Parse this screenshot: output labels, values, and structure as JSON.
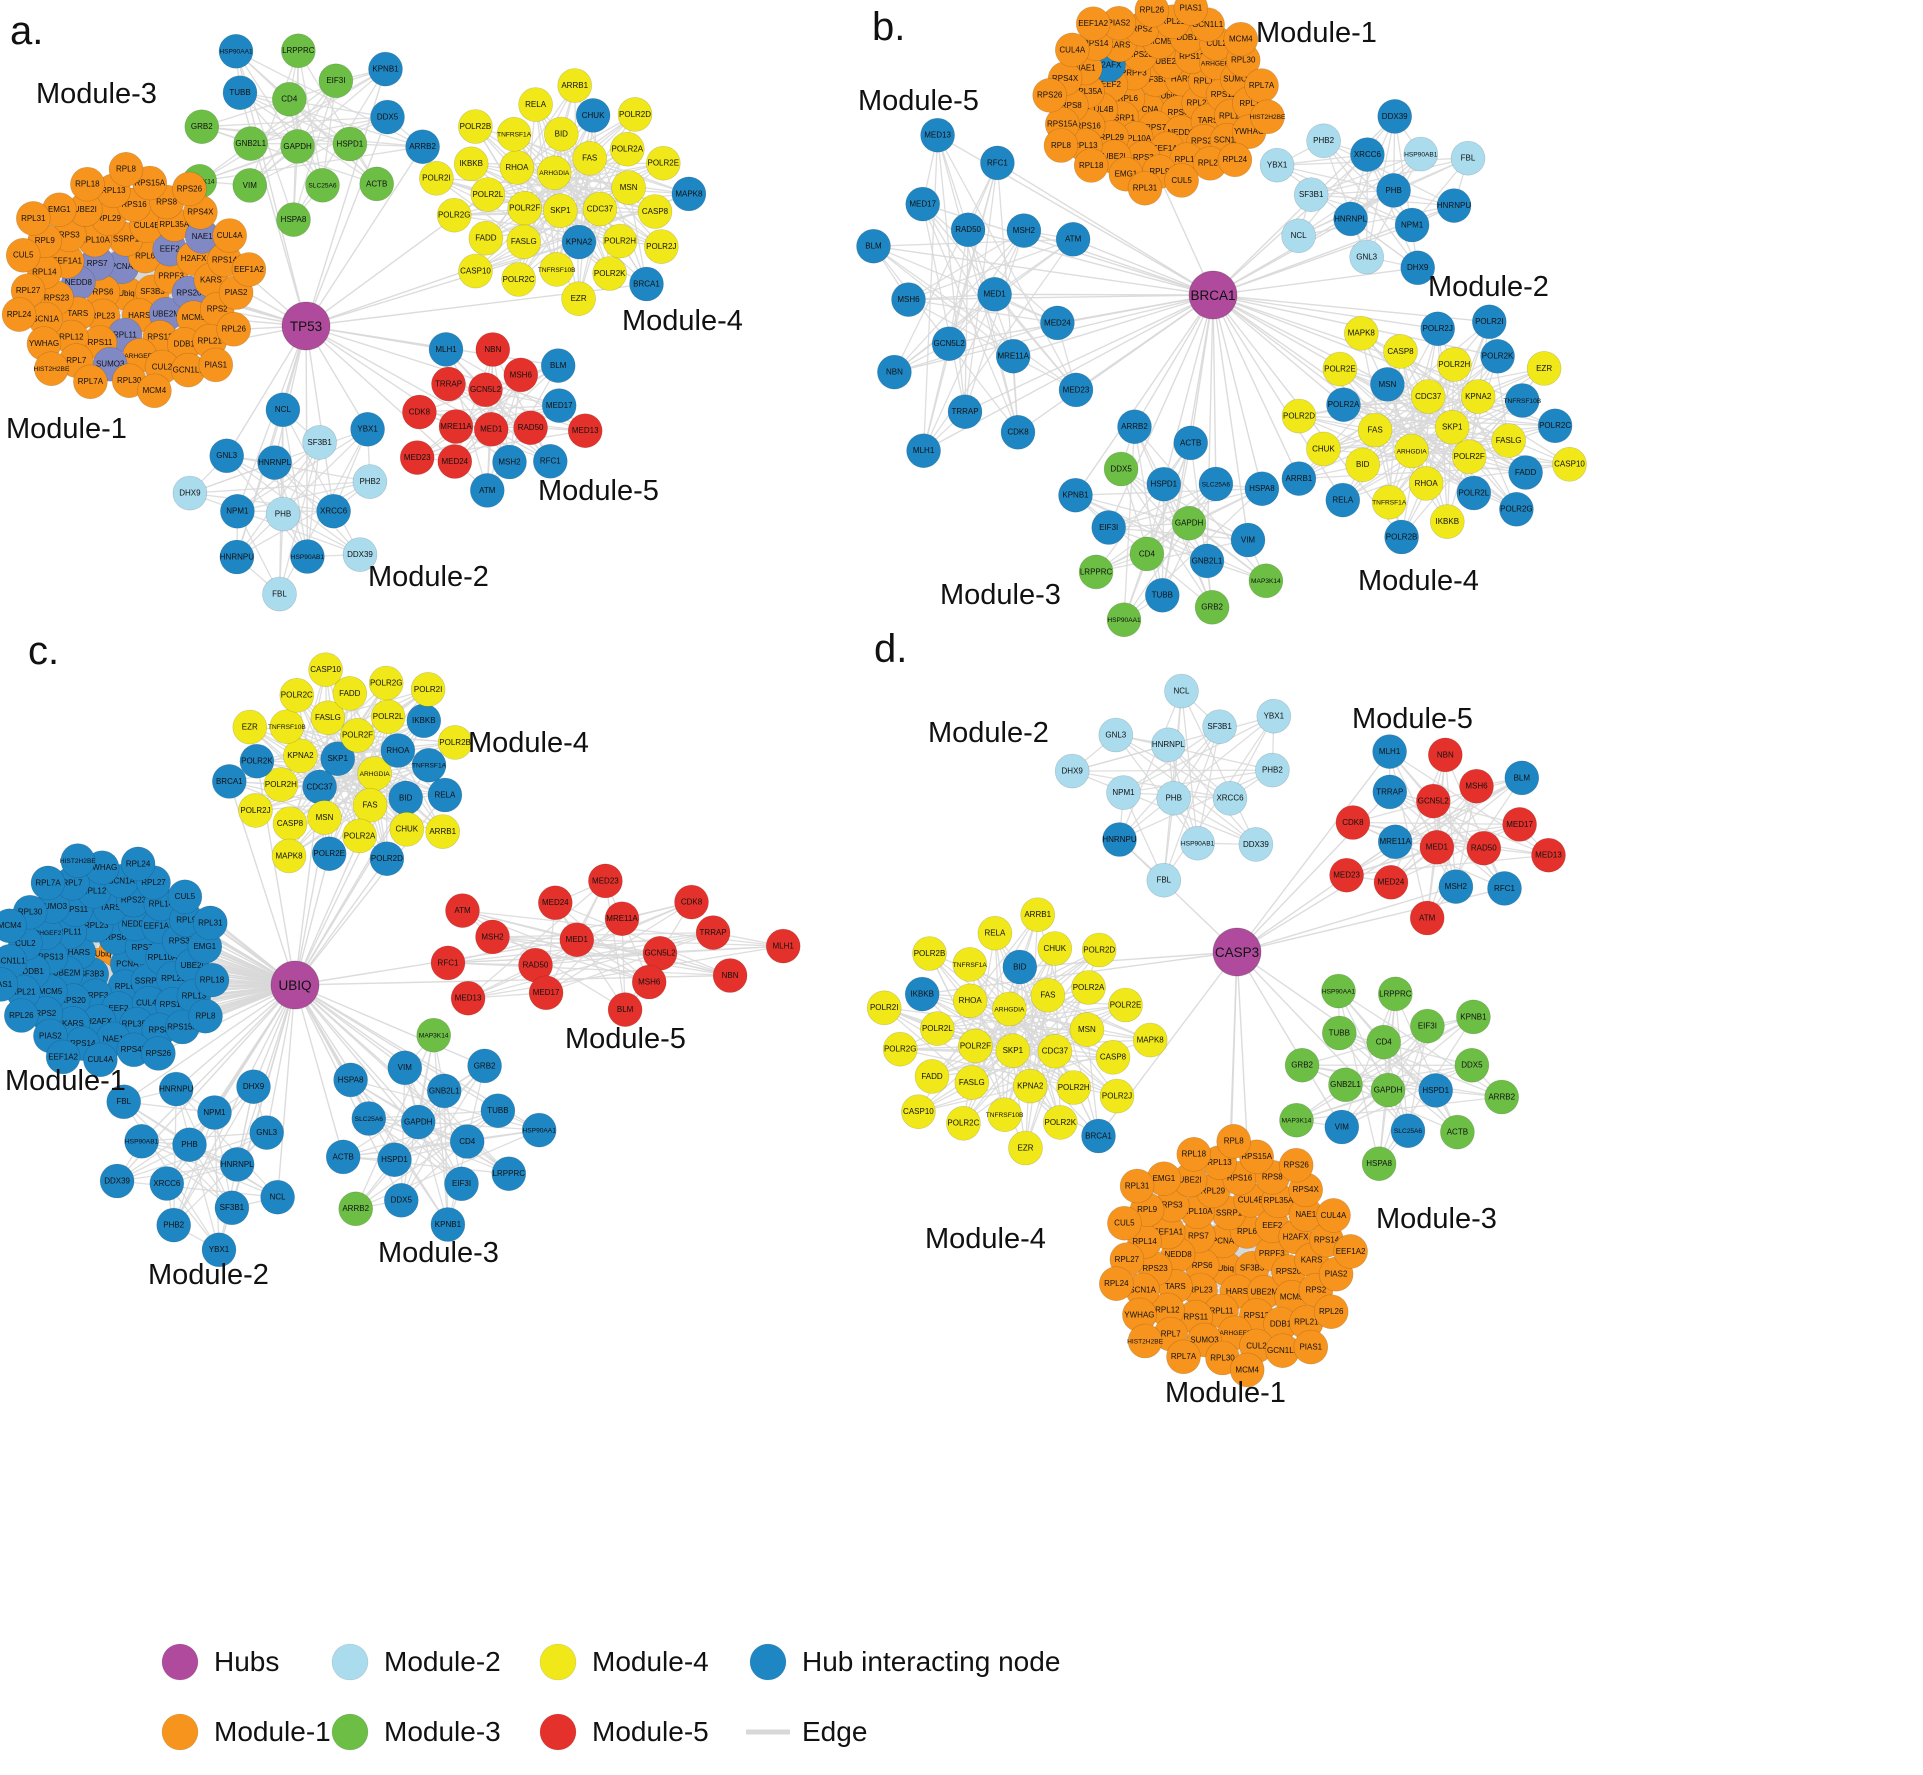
{
  "colors": {
    "hub": "#b04a9d",
    "module1": "#f7941e",
    "module2": "#aadcee",
    "module3": "#6cbe45",
    "module4": "#f0e818",
    "module5": "#e5312b",
    "hub_interacting": "#1f86c4",
    "hub_interacting_alt": "#8089c4",
    "edge": "#d8d8d8"
  },
  "gene_sets": {
    "module1": [
      "Ubiq",
      "PCNA",
      "SF3B3",
      "RPS6",
      "RPL6",
      "HARS",
      "RPS7",
      "PRPF3",
      "RPL23",
      "SSRP1",
      "UBE2M",
      "NEDD8",
      "EEF2",
      "RPL11",
      "RPL10A",
      "RPS20",
      "TARS",
      "CUL4B",
      "RPS13",
      "EEF1A1",
      "H2AFX",
      "RPS11",
      "RPL29",
      "MCM5",
      "RPS23",
      "RPL35A",
      "ARHGEF2",
      "RPS3",
      "KARS",
      "RPL12",
      "RPS16",
      "DDB1",
      "RPL14",
      "NAE1",
      "SUMO3",
      "UBE2I",
      "RPS2",
      "SCN1A",
      "RPS8",
      "CUL2",
      "RPL9",
      "RPS14",
      "RPL7",
      "RPL13",
      "RPL21",
      "RPL27",
      "RPS4X",
      "RPL30",
      "EMG1",
      "PIAS2",
      "YWHAG",
      "RPS15A",
      "GCN1L1",
      "CUL5",
      "CUL4A",
      "RPL7A",
      "RPL18",
      "RPL26",
      "RPL24",
      "RPS26",
      "MCM4",
      "RPL31",
      "EEF1A2",
      "HIST2H2BE",
      "RPL8",
      "PIAS1"
    ],
    "module2": [
      "PHB",
      "HNRNPL",
      "XRCC6",
      "NPM1",
      "SF3B1",
      "HSP90AB1",
      "GNL3",
      "PHB2",
      "HNRNPU",
      "NCL",
      "DDX39",
      "DHX9",
      "YBX1",
      "FBL"
    ],
    "module3": [
      "GAPDH",
      "CD4",
      "HSPD1",
      "GNB2L1",
      "EIF3I",
      "SLC25A6",
      "TUBB",
      "DDX5",
      "VIM",
      "LRPPRC",
      "ACTB",
      "GRB2",
      "KPNB1",
      "HSPA8",
      "HSP90AA1",
      "ARRB2",
      "MAP3K14"
    ],
    "module4": [
      "SKP1",
      "ARHGDIA",
      "CDC37",
      "POLR2F",
      "FAS",
      "KPNA2",
      "RHOA",
      "MSN",
      "FASLG",
      "BID",
      "POLR2H",
      "POLR2L",
      "POLR2A",
      "TNFRSF10B",
      "TNFRSF1A",
      "CASP8",
      "FADD",
      "CHUK",
      "POLR2K",
      "IKBKB",
      "POLR2E",
      "POLR2C",
      "RELA",
      "POLR2J",
      "POLR2G",
      "POLR2D",
      "EZR",
      "POLR2B",
      "MAPK8",
      "CASP10",
      "ARRB1",
      "BRCA1",
      "POLR2I"
    ],
    "module5": [
      "MED1",
      "GCN5L2",
      "RAD50",
      "MRE11A",
      "MSH6",
      "MSH2",
      "TRRAP",
      "MED17",
      "MED24",
      "NBN",
      "RFC1",
      "CDK8",
      "BLM",
      "ATM",
      "MLH1",
      "MED13",
      "MED23"
    ]
  },
  "panels": [
    {
      "id": "a",
      "label": "a.",
      "hub": {
        "label": "TP53"
      },
      "modules": [
        {
          "name": "Module-3",
          "set": "module3",
          "color_key": "module3",
          "hub_nodes": [
            "TUBB",
            "DDX5",
            "HSP90AA1",
            "ARRB2",
            "KPNB1"
          ]
        },
        {
          "name": "Module-1",
          "set": "module1",
          "color_key": "module1",
          "hub_color_key": "hub_interacting_alt",
          "hub_nodes": [
            "RPL11",
            "EEF2",
            "UBE2M",
            "NEDD8",
            "RPS7",
            "NAE1",
            "SUMO3",
            "RPS20",
            "PCNA"
          ]
        },
        {
          "name": "Module-4",
          "set": "module4",
          "color_key": "module4",
          "hub_nodes": [
            "KPNA2",
            "CHUK",
            "MAPK8",
            "BRCA1"
          ]
        },
        {
          "name": "Module-5",
          "set": "module5",
          "color_key": "module5",
          "hub_nodes": [
            "MSH2",
            "MED17",
            "BLM",
            "ATM",
            "RFC1",
            "MLH1"
          ]
        },
        {
          "name": "Module-2",
          "set": "module2",
          "color_key": "module2",
          "hub_nodes": [
            "HNRNPL",
            "XRCC6",
            "NPM1",
            "GNL3",
            "NCL",
            "YBX1",
            "HSP90AB1",
            "HNRNPU"
          ]
        }
      ]
    },
    {
      "id": "b",
      "label": "b.",
      "hub": {
        "label": "BRCA1"
      },
      "modules": [
        {
          "name": "Module-1",
          "set": "module1",
          "color_key": "module1",
          "hub_nodes": [
            "H2AFX"
          ]
        },
        {
          "name": "Module-5",
          "set": "module5",
          "color_key": "module5",
          "all_hub": true
        },
        {
          "name": "Module-2",
          "set": "module2",
          "color_key": "module2",
          "hub_nodes": [
            "HNRNPU",
            "NPM1",
            "XRCC6",
            "DHX9",
            "HNRNPL",
            "PHB",
            "DDX39"
          ]
        },
        {
          "name": "Module-4",
          "set": "module4",
          "color_key": "module4",
          "exclude": [
            "BRCA1"
          ],
          "hub_nodes": [
            "POLR2A",
            "POLR2C",
            "POLR2L",
            "POLR2B",
            "POLR2K",
            "ARRB1",
            "FADD",
            "TNFRSF10B",
            "RELA",
            "POLR2G",
            "POLR2J",
            "POLR2I",
            "MSN"
          ]
        },
        {
          "name": "Module-3",
          "set": "module3",
          "color_key": "module3",
          "hub_nodes": [
            "TUBB",
            "HSPA8",
            "ACTB",
            "VIM",
            "KPNB1",
            "GNB2L1",
            "ARRB2",
            "SLC25A6",
            "EIF3I",
            "HSPD1"
          ]
        }
      ]
    },
    {
      "id": "c",
      "label": "c.",
      "hub": {
        "label": "UBIQ"
      },
      "modules": [
        {
          "name": "Module-4",
          "set": "module4",
          "color_key": "module4",
          "hub_nodes": [
            "BRCA1",
            "POLR2D",
            "IKBKB",
            "BID",
            "TNFRSF1A",
            "RELA",
            "POLR2E",
            "RHOA",
            "SKP1",
            "POLR2K",
            "CDC37"
          ]
        },
        {
          "name": "Module-1",
          "set": "module1",
          "color_key": "module1",
          "all_hub": true,
          "except": [
            "Ubiq"
          ],
          "star_nodes": [
            "Ubiq"
          ]
        },
        {
          "name": "Module-5",
          "set": "module5",
          "color_key": "module5",
          "hub_nodes": []
        },
        {
          "name": "Module-2",
          "set": "module2",
          "color_key": "module2",
          "all_hub": true
        },
        {
          "name": "Module-3",
          "set": "module3",
          "color_key": "module3",
          "all_hub": true,
          "except": [
            "ARRB2",
            "MAP3K14"
          ]
        }
      ]
    },
    {
      "id": "d",
      "label": "d.",
      "hub": {
        "label": "CASP3"
      },
      "modules": [
        {
          "name": "Module-2",
          "set": "module2",
          "color_key": "module2",
          "hub_nodes": [
            "HNRNPU"
          ]
        },
        {
          "name": "Module-5",
          "set": "module5",
          "color_key": "module5",
          "hub_nodes": [
            "MRE11A",
            "MLH1",
            "RFC1",
            "BLM",
            "MSH2",
            "TRRAP"
          ]
        },
        {
          "name": "Module-4",
          "set": "module4",
          "color_key": "module4",
          "hub_nodes": [
            "BRCA1",
            "IKBKB",
            "BID"
          ]
        },
        {
          "name": "Module-3",
          "set": "module3",
          "color_key": "module3",
          "hub_nodes": [
            "VIM",
            "SLC25A6",
            "HSPD1"
          ]
        },
        {
          "name": "Module-1",
          "set": "module1",
          "color_key": "module1",
          "hub_nodes": []
        }
      ]
    }
  ],
  "legend": {
    "items": [
      {
        "label": "Hubs",
        "color": "#b04a9d"
      },
      {
        "label": "Module-1",
        "color": "#f7941e"
      },
      {
        "label": "Module-2",
        "color": "#aadcee"
      },
      {
        "label": "Module-3",
        "color": "#6cbe45"
      },
      {
        "label": "Module-4",
        "color": "#f0e818"
      },
      {
        "label": "Module-5",
        "color": "#e5312b"
      },
      {
        "label": "Hub interacting node",
        "color": "#1f86c4"
      },
      {
        "label": "Edge",
        "color": "#d8d8d8",
        "type": "line"
      }
    ]
  }
}
